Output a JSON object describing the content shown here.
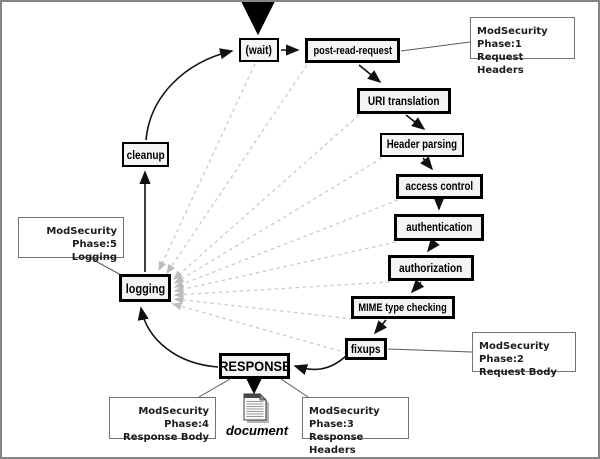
{
  "diagram": {
    "stages": [
      {
        "label": "(wait)"
      },
      {
        "label": "post-read-request"
      },
      {
        "label": "URI translation"
      },
      {
        "label": "Header parsing"
      },
      {
        "label": "access control"
      },
      {
        "label": "authentication"
      },
      {
        "label": "authorization"
      },
      {
        "label": "MIME type checking"
      },
      {
        "label": "fixups"
      },
      {
        "label": "RESPONSE"
      },
      {
        "label": "logging"
      },
      {
        "label": "cleanup"
      }
    ],
    "notes": [
      {
        "title": "ModSecurity Phase:1",
        "subtitle": "Request Headers"
      },
      {
        "title": "ModSecurity Phase:2",
        "subtitle": "Request Body"
      },
      {
        "title": "ModSecurity Phase:3",
        "subtitle": "Response Headers"
      },
      {
        "title": "ModSecurity Phase:4",
        "subtitle": "Response Body"
      },
      {
        "title": "ModSecurity Phase:5",
        "subtitle": "Logging"
      }
    ],
    "document_label": "document",
    "colors": {
      "stage_bg": "#f4f4f4",
      "stage_border": "#000000",
      "note_border": "#737373",
      "dashed_line": "#c9c9c9",
      "solid_line": "#1a1a1a",
      "frame_border": "#858585",
      "background": "#ffffff"
    }
  }
}
